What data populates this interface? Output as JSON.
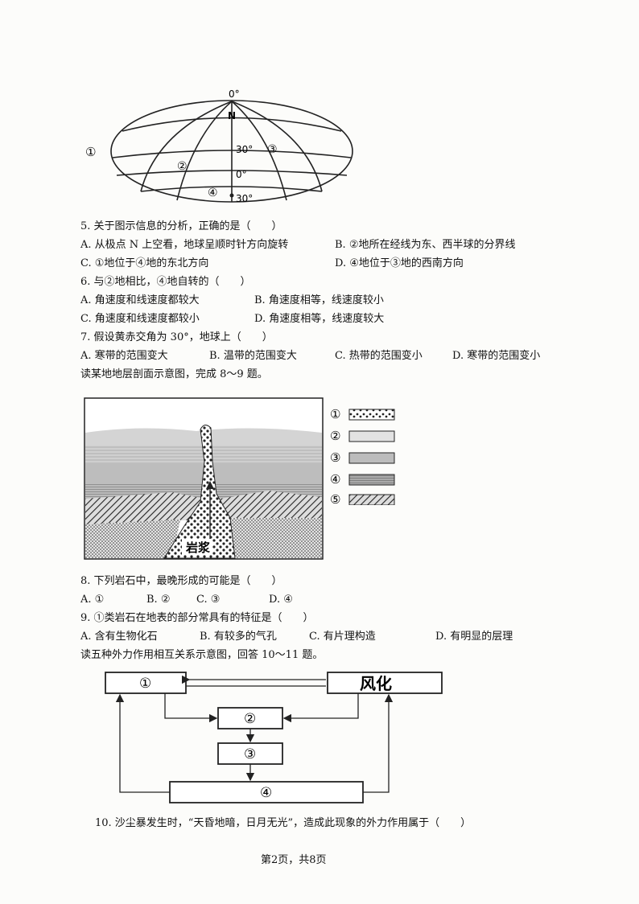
{
  "globe": {
    "top_label": "0°",
    "n_label": "N",
    "lat30_label": "30°",
    "lat0_label": "0°",
    "lat_s30_label": "30°",
    "marker1": "①",
    "marker2": "②",
    "marker3": "③",
    "marker4": "④"
  },
  "q5": {
    "stem": "5. 关于图示信息的分析，正确的是（　　）",
    "a": "A. 从极点 N 上空看，地球呈顺时针方向旋转",
    "b": "B. ②地所在经线为东、西半球的分界线",
    "c": "C. ①地位于④地的东北方向",
    "d": "D. ④地位于③地的西南方向"
  },
  "q6": {
    "stem": "6. 与②地相比，④地自转的（　　）",
    "a": "A. 角速度和线速度都较大",
    "b": "B. 角速度相等，线速度较小",
    "c": "C. 角速度和线速度都较小",
    "d": "D. 角速度相等，线速度较大"
  },
  "q7": {
    "stem": "7. 假设黄赤交角为 30°，地球上（　　）",
    "a": "A. 寒带的范围变大",
    "b": "B. 温带的范围变大",
    "c": "C. 热带的范围变小",
    "d": "D. 寒带的范围变小"
  },
  "intro_8_9": "读某地地层剖面示意图，完成 8～9 题。",
  "strata": {
    "magma_label": "岩浆",
    "legend": [
      "①",
      "②",
      "③",
      "④",
      "⑤"
    ]
  },
  "q8": {
    "stem": "8. 下列岩石中，最晚形成的可能是（　　）",
    "a": "A. ①",
    "b": "B. ②",
    "c": "C. ③",
    "d": "D. ④"
  },
  "q9": {
    "stem": "9. ①类岩石在地表的部分常具有的特征是（　　）",
    "a": "A. 含有生物化石",
    "b": "B. 有较多的气孔",
    "c": "C. 有片理构造",
    "d": "D. 有明显的层理"
  },
  "intro_10_11": "读五种外力作用相互关系示意图，回答 10～11 题。",
  "flow": {
    "box1": "①",
    "box_weathering": "风化",
    "box2": "②",
    "box3": "③",
    "box4": "④"
  },
  "q10": {
    "stem": "10. 沙尘暴发生时，“天昏地暗，日月无光”，造成此现象的外力作用属于（　　）"
  },
  "footer": "第2页，共8页"
}
